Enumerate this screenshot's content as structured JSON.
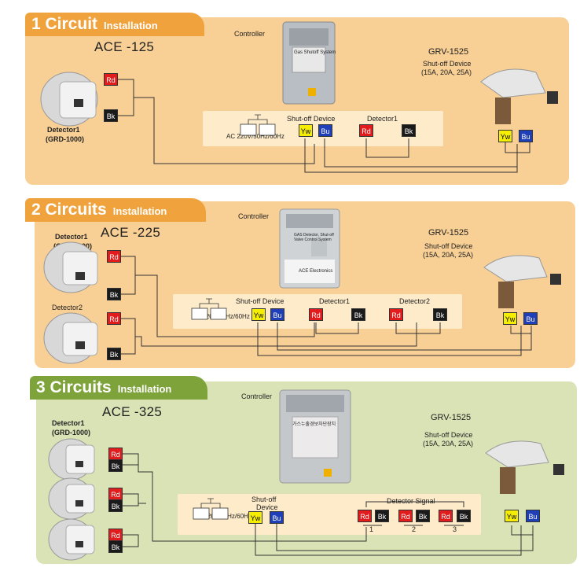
{
  "panel1": {
    "title": "1 Circuit",
    "subtitle": "Installation",
    "model": "ACE -125",
    "controller_label": "Controller",
    "controller_text": "Gas Shutoff System",
    "valve_model": "GRV-1525",
    "valve_desc1": "Shut-off Device",
    "valve_desc2": "(15A, 20A, 25A)",
    "detector_label1": "Detector1",
    "detector_label2": "(GRD-1000)",
    "shutoff_label": "Shut-off Device",
    "detector1_label": "Detector1",
    "ac_label": "AC 220V/50Hz/60Hz"
  },
  "panel2": {
    "title": "2 Circuits",
    "subtitle": "Installation",
    "model": "ACE -225",
    "controller_label": "Controller",
    "controller_text1": "GAS Detector, Shut-off",
    "controller_text2": "Valve Control System",
    "controller_brand": "ACE Electronics",
    "valve_model": "GRV-1525",
    "valve_desc1": "Shut-off Device",
    "valve_desc2": "(15A, 20A, 25A)",
    "detector_label1": "Detector1",
    "detector_label2": "(GRD-1000)",
    "detector2_label": "Detector2",
    "shutoff_label": "Shut-off Device",
    "detector1_label": "Detector1",
    "detector2_col_label": "Detector2",
    "ac_label": "AC 220V/50Hz/60Hz"
  },
  "panel3": {
    "title": "3 Circuits",
    "subtitle": "Installation",
    "model": "ACE -325",
    "controller_label": "Controller",
    "controller_text": "가스누출경보차단장치",
    "valve_model": "GRV-1525",
    "valve_desc1": "Shut-off Device",
    "valve_desc2": "(15A, 20A, 25A)",
    "detector_label1": "Detector1",
    "detector_label2": "(GRD-1000)",
    "shutoff_label1": "Shut-off",
    "shutoff_label2": "Device",
    "signal_label": "Detector Signal",
    "num1": "1",
    "num2": "2",
    "num3": "3",
    "ac_label": "AC 220V/50Hz/60Hz"
  },
  "terminals": {
    "rd": "Rd",
    "bk": "Bk",
    "yw": "Yw",
    "bu": "Bu"
  },
  "colors": {
    "panel_orange": "#f8cf94",
    "tab_orange": "#f0a23c",
    "panel_green": "#d9e3b5",
    "tab_green": "#7ea33a",
    "red": "#e21c1c",
    "yellow": "#f6ee00",
    "blue": "#1f3fb8"
  }
}
